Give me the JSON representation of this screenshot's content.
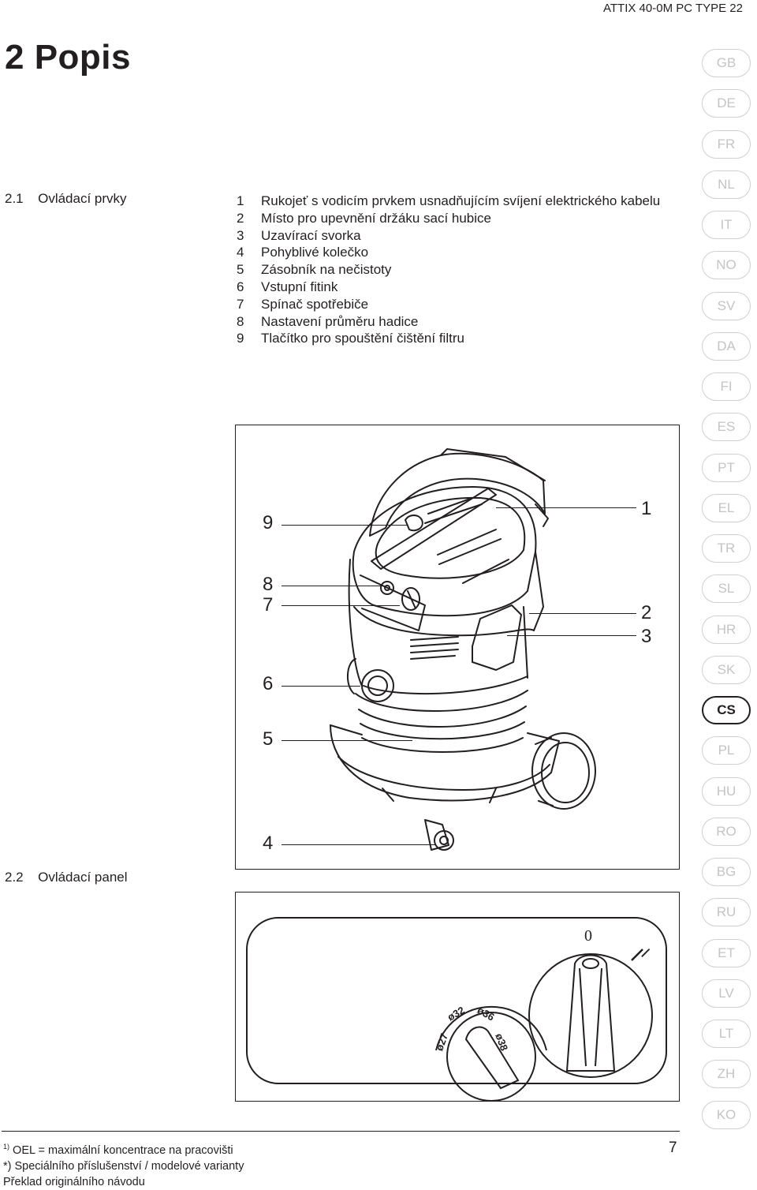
{
  "header": {
    "doc_title": "ATTIX 40-0M PC TYPE 22"
  },
  "page_title": "2 Popis",
  "sections": [
    {
      "num": "2.1",
      "title": "Ovládací prvky"
    },
    {
      "num": "2.2",
      "title": "Ovládací panel"
    }
  ],
  "legend": [
    {
      "n": "1",
      "text": "Rukojeť s vodicím prvkem usnadňujícím svíjení elektrického kabelu"
    },
    {
      "n": "2",
      "text": "Místo pro upevnění držáku sací hubice"
    },
    {
      "n": "3",
      "text": "Uzavírací svorka"
    },
    {
      "n": "4",
      "text": "Pohyblivé kolečko"
    },
    {
      "n": "5",
      "text": "Zásobník na nečistoty"
    },
    {
      "n": "6",
      "text": "Vstupní fitink"
    },
    {
      "n": "7",
      "text": "Spínač spotřebiče"
    },
    {
      "n": "8",
      "text": "Nastavení průměru hadice"
    },
    {
      "n": "9",
      "text": "Tlačítko pro spouštění čištění filtru"
    }
  ],
  "figure1_callouts": [
    "9",
    "8",
    "7",
    "6",
    "5",
    "4",
    "1",
    "2",
    "3"
  ],
  "figure2_labels": {
    "switch_off": "0",
    "switch_on": "I",
    "diameters": [
      "ø27",
      "ø32",
      "ø36",
      "ø38"
    ]
  },
  "languages": [
    "GB",
    "DE",
    "FR",
    "NL",
    "IT",
    "NO",
    "SV",
    "DA",
    "FI",
    "ES",
    "PT",
    "EL",
    "TR",
    "SL",
    "HR",
    "SK",
    "CS",
    "PL",
    "HU",
    "RO",
    "BG",
    "RU",
    "ET",
    "LV",
    "LT",
    "ZH",
    "KO"
  ],
  "active_language": "CS",
  "footnotes": [
    {
      "mark": "1)",
      "text": " OEL = maximální koncentrace na pracovišti"
    },
    {
      "mark": "",
      "text": "*) Speciálního příslušenství / modelové varianty"
    },
    {
      "mark": "",
      "text": "Překlad originálního návodu"
    }
  ],
  "page_number": "7"
}
